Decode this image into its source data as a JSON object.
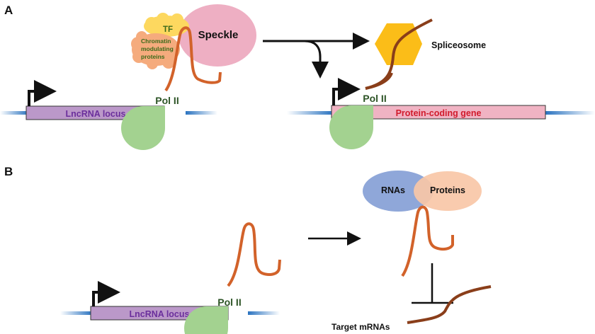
{
  "panel_a": {
    "label": "A",
    "lncrna_label": "LncRNA locus",
    "pol2_label": "Pol II",
    "speckle_label": "Speckle",
    "tf_label": "TF",
    "chromatin_lines": [
      "Chromatin",
      "modulating",
      "proteins"
    ],
    "spliceosome_label": "Spliceosome",
    "pol2_right_label": "Pol II",
    "gene_label": "Protein-coding gene"
  },
  "panel_b": {
    "label": "B",
    "lncrna_label": "LncRNA locus",
    "pol2_label": "Pol II",
    "rnas_label": "RNAs",
    "proteins_label": "Proteins",
    "target_label": "Target mRNAs"
  },
  "colors": {
    "lncrna_box": "#bb98c9",
    "lncrna_text": "#6b2f9c",
    "pol2": "#a3d290",
    "pol2_text": "#2e5527",
    "speckle": "#eeafc3",
    "tf": "#fdd85f",
    "chromatin": "#f5ab7d",
    "lnc_rna_strand": "#d2622a",
    "mrna_strand": "#8a3e1a",
    "spliceosome": "#fbbd18",
    "gene_box": "#f0b3c3",
    "gene_text": "#d11b2c",
    "dna": "#2a73c0",
    "rnas": "#8fa7d9",
    "proteins": "#f9c7a7"
  }
}
